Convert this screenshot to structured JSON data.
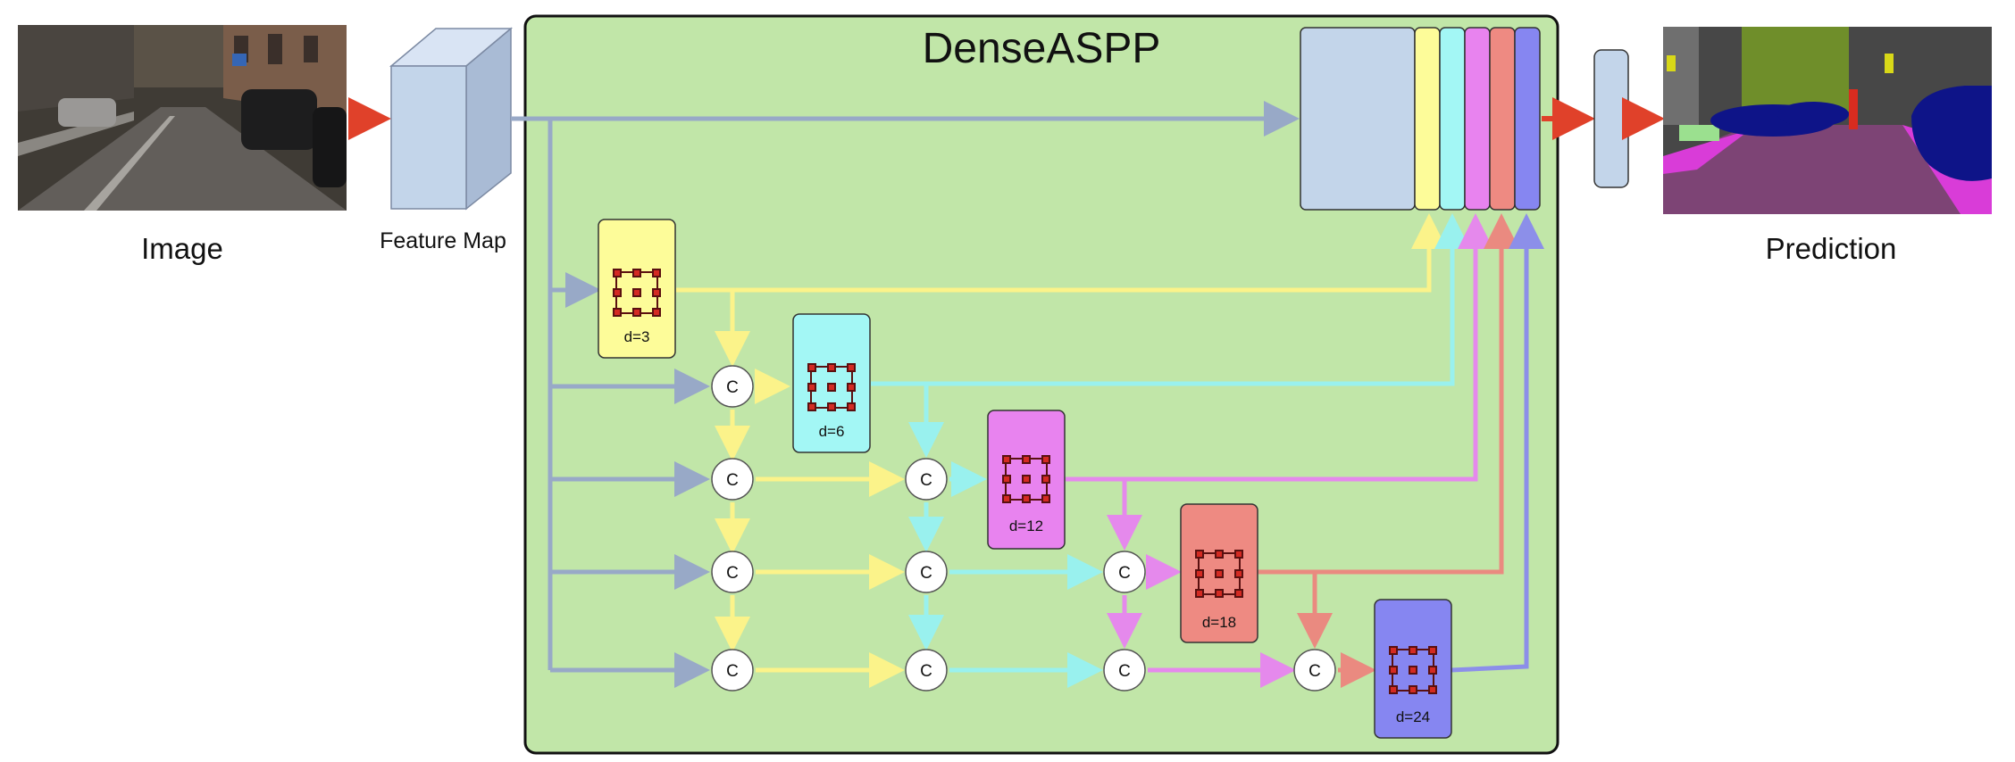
{
  "title": "DenseASPP",
  "input_label": "Image",
  "feature_label": "Feature Map",
  "output_label": "Prediction",
  "concat_symbol": "C",
  "colors": {
    "panel": "#c1e6a8",
    "feature": "#c3d5ea",
    "base_arrow": "#98a9c7",
    "io_arrow": "#e0412a",
    "d3": "#fdfc99",
    "d6": "#a3f7f5",
    "d12": "#e883ef",
    "d18": "#ee8a82",
    "d24": "#8686f1",
    "yellow_arrow": "#fbf38a",
    "cyan_arrow": "#99f1ee",
    "magenta_arrow": "#e589ec",
    "red_arrow": "#ea8a80",
    "blue_arrow": "#8c8fe9"
  },
  "branches": [
    {
      "label": "d=3",
      "rate": 3
    },
    {
      "label": "d=6",
      "rate": 6
    },
    {
      "label": "d=12",
      "rate": 12
    },
    {
      "label": "d=18",
      "rate": 18
    },
    {
      "label": "d=24",
      "rate": 24
    }
  ]
}
